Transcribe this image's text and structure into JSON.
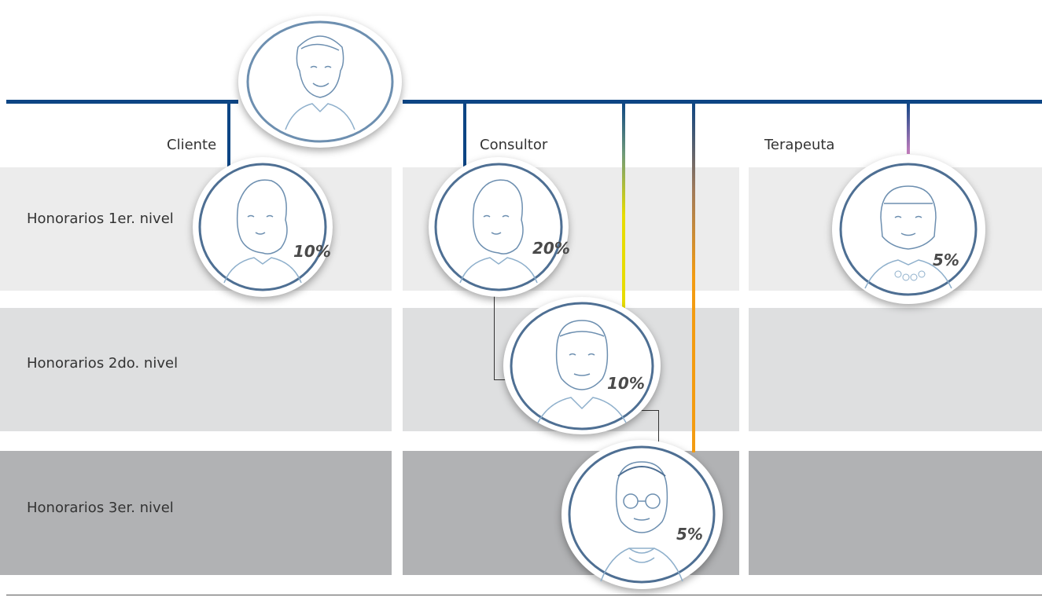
{
  "columns": [
    "Cliente",
    "Consultor",
    "Terapeuta"
  ],
  "rows": [
    "Honorarios 1er. nivel",
    "Honorarios 2do. nivel",
    "Honorarios 3er. nivel"
  ],
  "avatars": {
    "top": {
      "name": "top-person-avatar"
    },
    "cliente": {
      "pct": "10%"
    },
    "consultor": {
      "pct": "20%"
    },
    "terapeuta": {
      "pct": "5%"
    },
    "level2": {
      "pct": "10%"
    },
    "level3": {
      "pct": "5%"
    }
  },
  "colors": {
    "line": "#0d4584",
    "row1": "#ececec",
    "row2": "#dedfe0",
    "row3": "#b1b2b4",
    "yellow": "#e7dc00",
    "orange": "#f39c12",
    "pink": "#c77fbf"
  }
}
